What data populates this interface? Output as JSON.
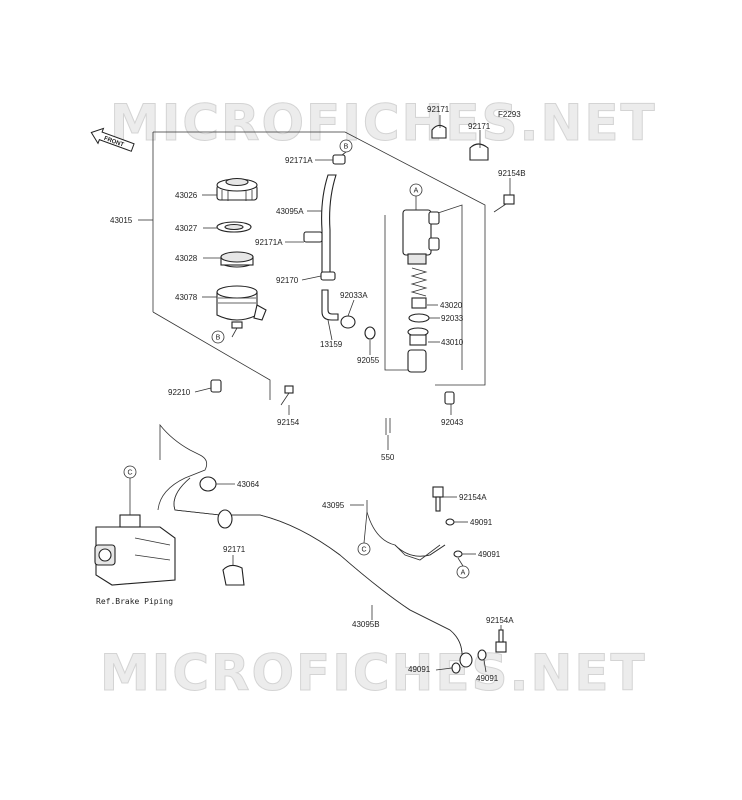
{
  "watermark": "MICROFICHES.NET",
  "diagram_code": "F2293",
  "front_marker": "FRONT",
  "ref_text": "Ref.Brake Piping",
  "callouts": {
    "A": "A",
    "B": "B",
    "C": "C"
  },
  "parts": {
    "p92171_top_a": "92171",
    "p92171_top_b": "92171",
    "p92154B": "92154B",
    "p92171A_top": "92171A",
    "p43095A": "43095A",
    "p92171A_mid": "92171A",
    "p92170": "92170",
    "p92033A": "92033A",
    "p13159": "13159",
    "p92055": "92055",
    "p43015": "43015",
    "p43026": "43026",
    "p43027": "43027",
    "p43028": "43028",
    "p43078": "43078",
    "p43020": "43020",
    "p92033": "92033",
    "p43010": "43010",
    "p92210": "92210",
    "p92154": "92154",
    "p92043": "92043",
    "p550": "550",
    "p43064": "43064",
    "p43095": "43095",
    "p92154A_top": "92154A",
    "p49091_a": "49091",
    "p49091_b": "49091",
    "p92171_low": "92171",
    "p43095B": "43095B",
    "p92154A_low": "92154A",
    "p49091_c": "49091",
    "p49091_d": "49091"
  }
}
